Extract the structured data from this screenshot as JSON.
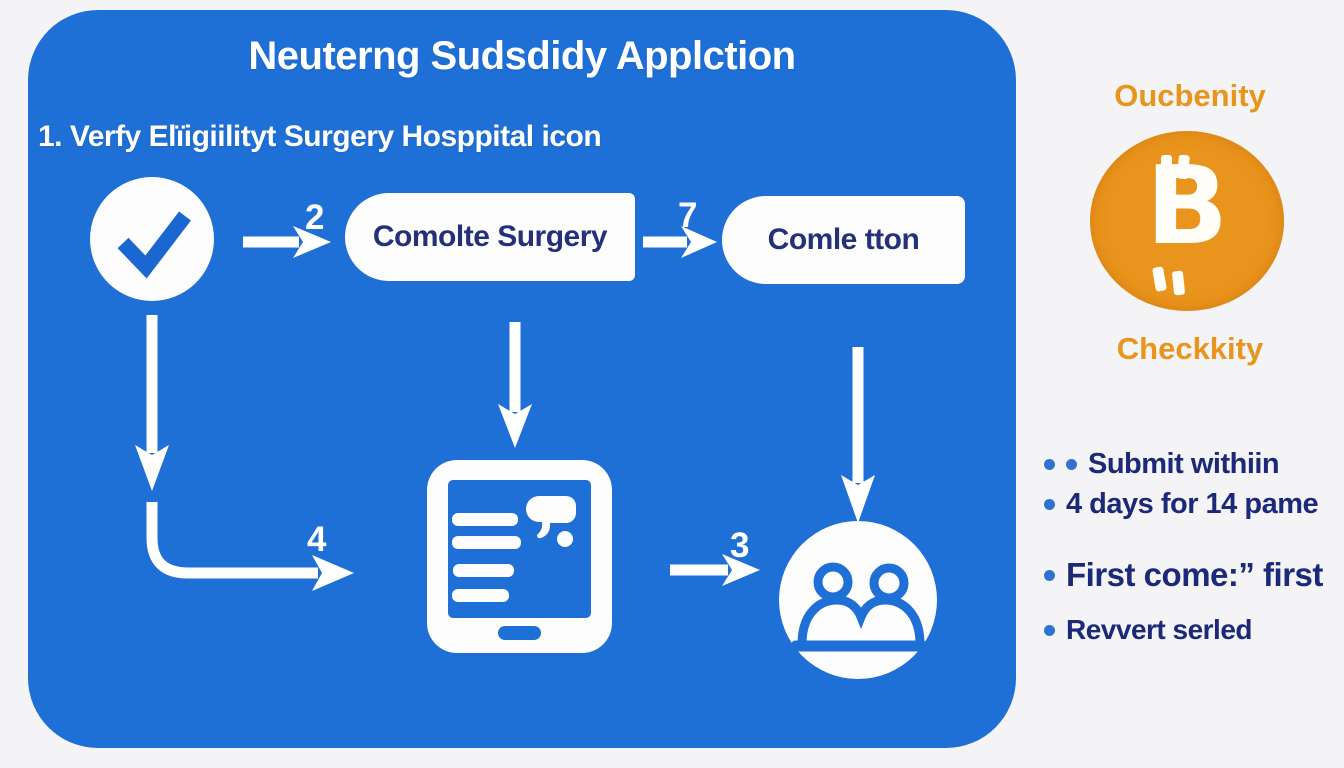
{
  "header": {
    "title": "Neuterng Sudsdidy Applction",
    "subtitle": "1. Verfy Elïigiilityt Surgery Hosppital icon"
  },
  "flow": {
    "box1_label": "Comolte Surgery",
    "box2_label": "Comle tton",
    "labels": {
      "n2": "2",
      "n7": "7",
      "n4": "4",
      "n3": "3"
    },
    "icons": {
      "step1": "checkmark-circle-icon",
      "form": "tablet-form-icon",
      "recipients": "people-circle-icon"
    }
  },
  "sidebar": {
    "top_label": "Oucbenity",
    "coin_letter": "B",
    "coin_icon": "bitcoin-coin-icon",
    "bottom_label": "Checkkity",
    "bullets": [
      "Submit withiin",
      "4 days for 14 pame",
      "First come:” first",
      "Revvert serled"
    ]
  },
  "colors": {
    "panel_blue": "#1e6fd6",
    "navy_text": "#24307a",
    "bullet_navy": "#1c2878",
    "bullet_dot_blue": "#2f72cf",
    "orange": "#e9941c",
    "background": "#f4f4f6",
    "white": "#ffffff"
  }
}
